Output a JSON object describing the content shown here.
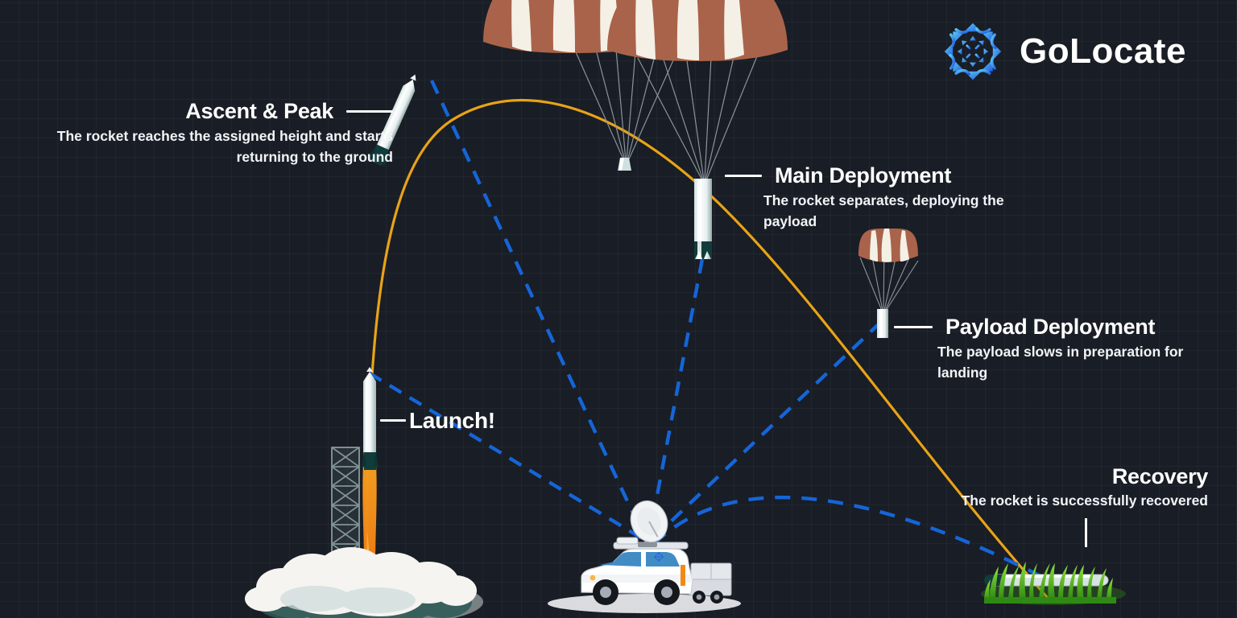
{
  "brand": {
    "name": "GoLocate",
    "logo_icon": "radial-compass-icon",
    "logo_color_light": "#4db8f0",
    "logo_color_dark": "#1f6ae8"
  },
  "theme": {
    "background": "#191d25",
    "grid_line": "#252a33",
    "text": "#ffffff",
    "trajectory_ascent": "#e8a317",
    "telemetry_link": "#1565d8",
    "parachute_canopy": "#a9634a",
    "parachute_stripe": "#f4f0e6",
    "rocket_body": "#eef3f3",
    "rocket_engine": "#123c3c",
    "flame": "#f59b21",
    "smoke": "#f4f3ef",
    "grass": "#58c322",
    "truck_body": "#ffffff"
  },
  "callouts": [
    {
      "id": "ascent",
      "title": "Ascent & Peak",
      "body": "The rocket reaches the assigned height and starts returning to the ground",
      "align": "right",
      "rule": "horizontal"
    },
    {
      "id": "main-deployment",
      "title": "Main Deployment",
      "body": "The rocket separates, deploying the payload",
      "align": "left",
      "rule": "horizontal"
    },
    {
      "id": "payload-deployment",
      "title": "Payload Deployment",
      "body": "The payload slows in preparation for landing",
      "align": "left",
      "rule": "horizontal"
    },
    {
      "id": "recovery",
      "title": "Recovery",
      "body": "The rocket is successfully recovered",
      "align": "right",
      "rule": "vertical"
    },
    {
      "id": "launch",
      "title": "Launch!",
      "body": "",
      "align": "left",
      "rule": "horizontal"
    }
  ],
  "scene": {
    "stages": [
      "launch",
      "ascent-peak",
      "main-deployment",
      "payload-deployment",
      "recovery"
    ],
    "objects": [
      "launch-tower",
      "launching-rocket",
      "exhaust-smoke",
      "ascending-rocket",
      "main-parachute-pair",
      "descending-rocket-body",
      "payload-capsule",
      "payload-parachute",
      "tracking-truck",
      "satellite-dish",
      "ground-antenna",
      "landing-grass-patch",
      "recovered-rocket"
    ],
    "trajectory": {
      "type": "flight-path",
      "style": "solid",
      "color": "#e8a317"
    },
    "telemetry": {
      "type": "signal-link",
      "style": "dashed",
      "color": "#1565d8",
      "links": 4
    }
  }
}
